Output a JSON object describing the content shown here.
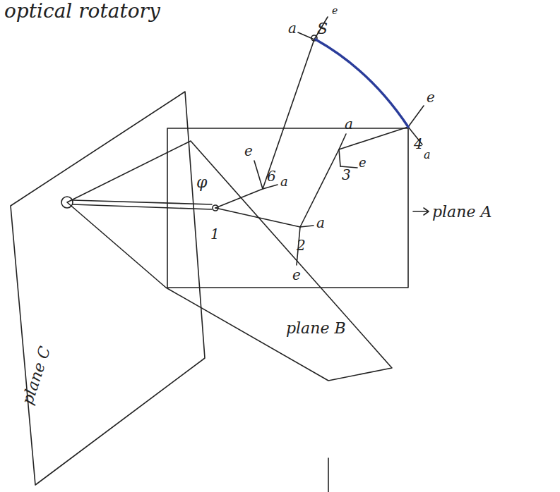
{
  "diagram": {
    "labels": [
      "optical rotatory",
      "a",
      "S",
      "e",
      "e",
      "a",
      "4",
      "a",
      "3",
      "e",
      "e",
      "φ",
      "6",
      "a",
      "1",
      "a",
      "2",
      "e",
      "plane A",
      "plane B",
      "plane C"
    ]
  }
}
